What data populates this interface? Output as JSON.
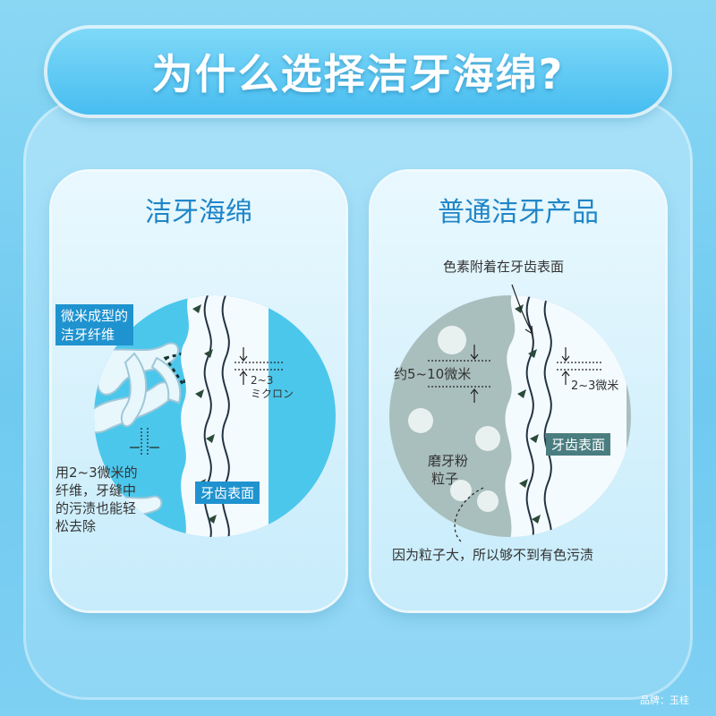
{
  "header": {
    "title": "为什么选择洁牙海绵?"
  },
  "left_panel": {
    "title": "洁牙海绵",
    "fiber_tag": [
      "微米成型的",
      "洁牙纤维"
    ],
    "gap_label": [
      "2~3",
      "ミクロン"
    ],
    "tooth_tag": "牙齿表面",
    "desc": [
      "用2~3微米的",
      "纤维，牙缝中",
      "的污渍也能轻",
      "松去除"
    ]
  },
  "right_panel": {
    "title": "普通洁牙产品",
    "stain_label": "色素附着在牙齿表面",
    "particle_size_label": "约5~10微米",
    "gap_label": "2~3微米",
    "tooth_tag": "牙齿表面",
    "powder_label": [
      "磨牙粉",
      "粒子"
    ],
    "bottom_note": "因为粒子大，所以够不到有色污渍"
  },
  "footer": {
    "brand": "品牌：玉桂"
  },
  "colors": {
    "title_bg": "#47bdf0",
    "panel_title": "#1f86c8",
    "tag_bg": "#1f93cf",
    "tag_dark": "#4a7d80",
    "circle_left": "#4cc7ec",
    "circle_right": "#a9bfbd"
  }
}
